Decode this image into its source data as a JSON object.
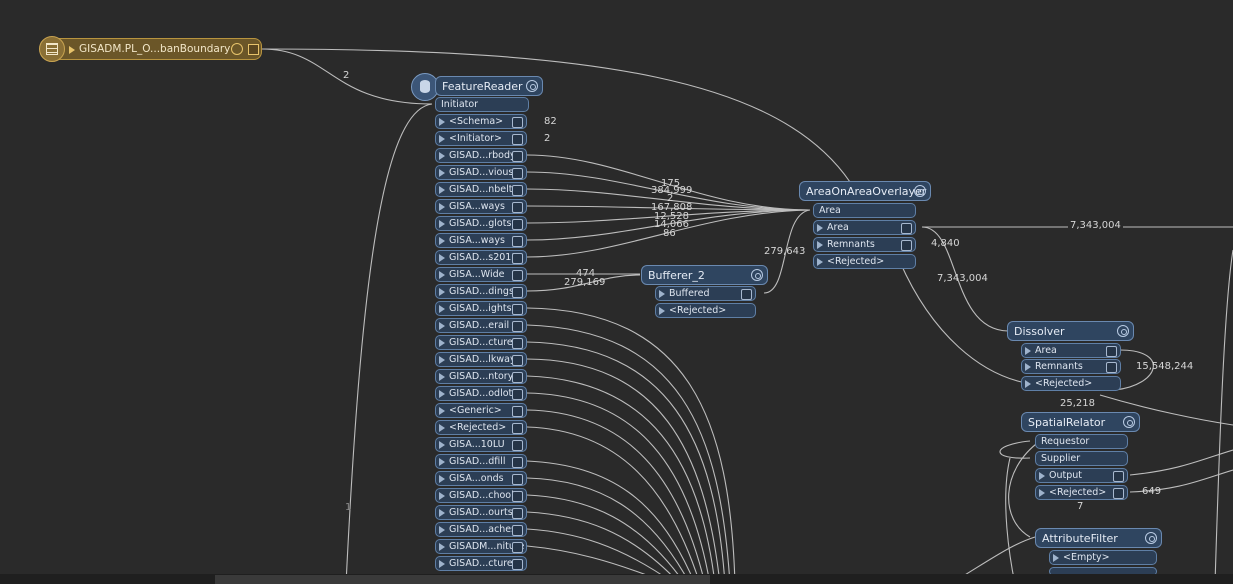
{
  "reader": {
    "label": "GISADM.PL_O...banBoundary"
  },
  "feature_reader": {
    "title": "FeatureReader",
    "initiator": "Initiator",
    "ports": [
      "<Schema>",
      "<Initiator>",
      "GISAD...rbody",
      "GISAD...vious",
      "GISAD...nbelt",
      "GISA...ways",
      "GISAD...glots",
      "GISA...ways",
      "GISAD...s2011",
      "GISA...Wide",
      "GISAD...dings",
      "GISAD...ights",
      "GISAD...erail",
      "GISAD...cture",
      "GISAD...lkway",
      "GISAD...ntory",
      "GISAD...odlot",
      "<Generic>",
      "<Rejected>",
      "GISA...10LU",
      "GISAD...dfill",
      "GISA...onds",
      "GISAD...chool",
      "GISAD...ourts",
      "GISAD...aches",
      "GISADM...niture",
      "GISAD...cture"
    ]
  },
  "buffer": {
    "title": "Bufferer_2",
    "ports": [
      "Buffered",
      "<Rejected>"
    ]
  },
  "overlay": {
    "title": "AreaOnAreaOverlayer",
    "input": "Area",
    "ports": [
      "Area",
      "Remnants",
      "<Rejected>"
    ]
  },
  "dissolver": {
    "title": "Dissolver",
    "ports": [
      "Area",
      "Remnants",
      "<Rejected>"
    ]
  },
  "spatial": {
    "title": "SpatialRelator",
    "inputs": [
      "Requestor",
      "Supplier"
    ],
    "ports": [
      "Output",
      "<Rejected>"
    ]
  },
  "filter": {
    "title": "AttributeFilter",
    "ports": [
      "<Empty>"
    ]
  },
  "counts": {
    "reader_to_fr": "2",
    "left_link": "1",
    "schema": "82",
    "initiator_out": "2",
    "c175": "175",
    "c384999": "384,999",
    "c2": "2",
    "c167808": "167,808",
    "c12528": "12,528",
    "c14066": "14,066",
    "c86": "86",
    "c474": "474",
    "c279169": "279,169",
    "c279643": "279,643",
    "overlay_area": "7,343,004",
    "overlay_area2": "7,343,004",
    "remnants": "4,840",
    "dissolve_remnants": "15,548,244",
    "dissolve_rej": "25,218",
    "spatial_rej": "649",
    "spatial_7": "7"
  }
}
